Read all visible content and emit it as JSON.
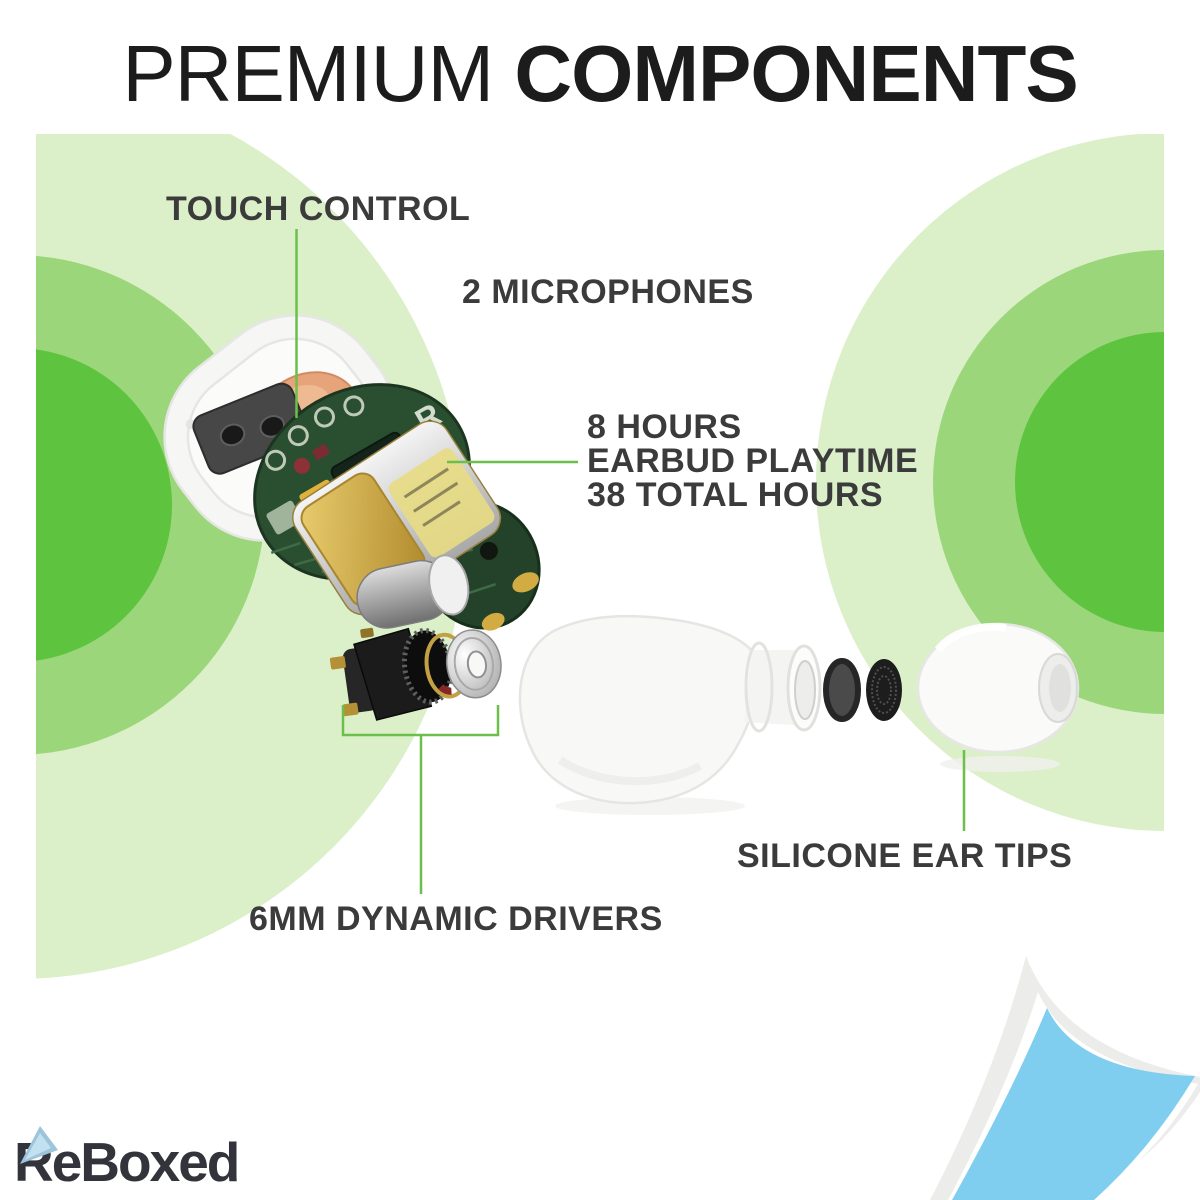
{
  "title": {
    "premium": "PREMIUM",
    "components": "COMPONENTS"
  },
  "callouts": {
    "touch_control": "TOUCH CONTROL",
    "microphones": "2 MICROPHONES",
    "battery": {
      "line1": "8 HOURS",
      "line2": "EARBUD PLAYTIME",
      "line3": "38 TOTAL HOURS"
    },
    "drivers": "6MM DYNAMIC DRIVERS",
    "ear_tips": "SILICONE EAR TIPS"
  },
  "product": {
    "pcb_marking": "R"
  },
  "logo": {
    "text": "ReBoxed"
  },
  "colors": {
    "green_bright": "#5EC33F",
    "green_medium": "#9BD77A",
    "green_light": "#DBF0C9",
    "line_green": "#6CBF4B",
    "curl_blue": "#7FCEEF",
    "curl_gray": "#ECECEA",
    "text_dark": "#3B3B3B",
    "title_dark": "#1C1C1C",
    "logo_dark": "#33333B"
  }
}
